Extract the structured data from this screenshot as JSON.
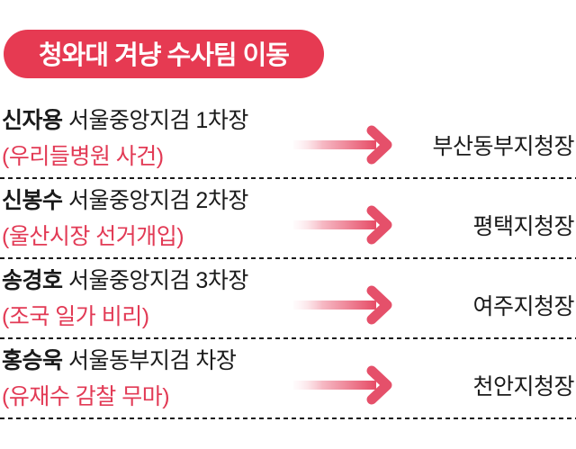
{
  "header": {
    "title": "청와대 겨냥 수사팀 이동"
  },
  "colors": {
    "banner_red": "#e63a52",
    "case_text_red": "#e23a55",
    "arrow_red": "#e5506a",
    "arrow_gradient_start": "#fdf0f3",
    "arrow_gradient_end": "#e64c66",
    "text_black": "#1a1a1a",
    "background": "#ffffff"
  },
  "icons": {
    "arrow_right": "→"
  },
  "rows": [
    {
      "name": "신자용",
      "position": "서울중앙지검 1차장",
      "case": "(우리들병원 사건)",
      "destination": "부산동부지청장"
    },
    {
      "name": "신봉수",
      "position": "서울중앙지검 2차장",
      "case": "(울산시장 선거개입)",
      "destination": "평택지청장"
    },
    {
      "name": "송경호",
      "position": "서울중앙지검 3차장",
      "case": "(조국 일가 비리)",
      "destination": "여주지청장"
    },
    {
      "name": "홍승욱",
      "position": "서울동부지검 차장",
      "case": "(유재수 감찰 무마)",
      "destination": "천안지청장"
    }
  ]
}
